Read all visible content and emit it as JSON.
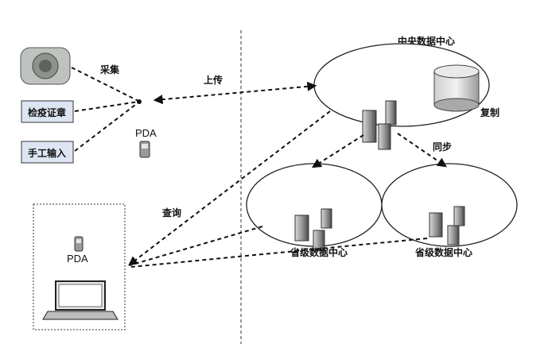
{
  "left": {
    "inputs": [
      "检疫证章",
      "手工输入"
    ],
    "collect_label": "采集",
    "pda_top_label": "PDA",
    "pda_bottom_label": "PDA"
  },
  "edges": {
    "upload_label": "上传",
    "query_label": "查询",
    "sync_label": "同步",
    "copy_label": "复制"
  },
  "centers": {
    "central": "中央数据中心",
    "province_left": "省级数据中心",
    "province_right": "省级数据中心"
  }
}
